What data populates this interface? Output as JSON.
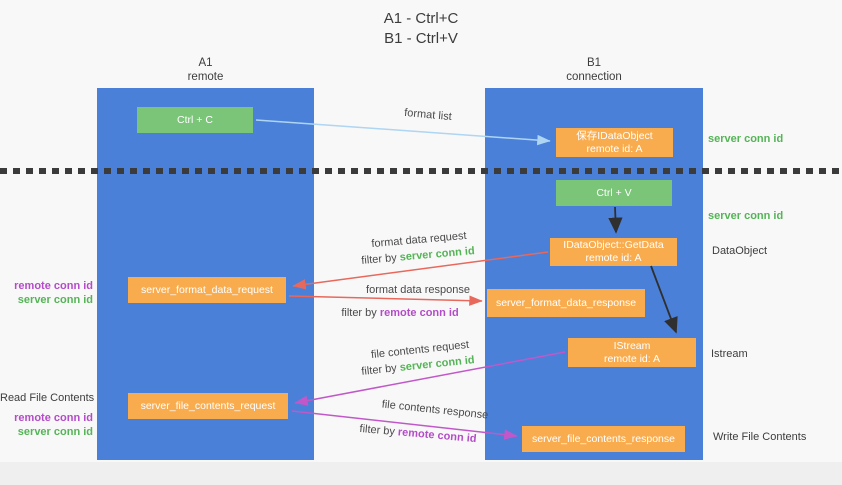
{
  "title": {
    "line1": "A1 - Ctrl+C",
    "line2": "B1 - Ctrl+V"
  },
  "lanes": {
    "left": {
      "name": "A1",
      "type": "remote"
    },
    "right": {
      "name": "B1",
      "type": "connection"
    }
  },
  "nodes": {
    "ctrl_c": "Ctrl + C",
    "save_idataobject": {
      "title": "保存IDataObject",
      "subtitle": "remote id: A"
    },
    "ctrl_v": "Ctrl + V",
    "getdata": {
      "title": "IDataObject::GetData",
      "subtitle": "remote id: A"
    },
    "format_request": "server_format_data_request",
    "format_response": "server_format_data_response",
    "istream": {
      "title": "IStream",
      "subtitle": "remote id: A"
    },
    "file_request": "server_file_contents_request",
    "file_response": "server_file_contents_response"
  },
  "labels": {
    "format_list": "format list",
    "server_conn_id": "server conn id",
    "remote_conn_id": "remote conn id",
    "filter_by": "filter by",
    "format_data_request": "format data request",
    "format_data_response": "format data response",
    "file_contents_request": "file contents request",
    "file_contents_response": "file contents response",
    "dataobject": "DataObject",
    "istream": "Istream",
    "read_file_contents": "Read File Contents",
    "write_file_contents": "Write File Contents"
  },
  "colors": {
    "lane_blue": "#4a80d8",
    "node_orange": "#f9ac4e",
    "node_green": "#7ac578",
    "text_green": "#55b457",
    "text_purple": "#b44bc8",
    "arrow_red": "#e8685c",
    "arrow_magenta": "#c158c9",
    "arrow_light_blue": "#aed5f2",
    "arrow_black": "#2f2f2f"
  }
}
